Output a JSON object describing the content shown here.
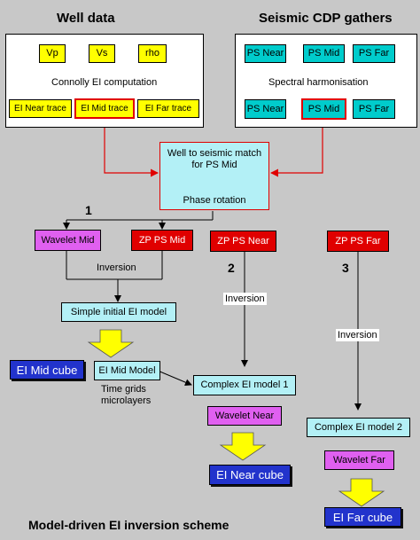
{
  "headings": {
    "well": "Well data",
    "seismic": "Seismic CDP gathers"
  },
  "well": {
    "logs": [
      "Vp",
      "Vs",
      "rho"
    ],
    "computation": "Connolly EI computation",
    "traces": [
      "EI Near trace",
      "EI Mid trace",
      "EI Far trace"
    ]
  },
  "seismic": {
    "top": [
      "PS Near",
      "PS Mid",
      "PS Far"
    ],
    "harmonisation": "Spectral harmonisation",
    "bottom": [
      "PS Near",
      "PS Mid",
      "PS Far"
    ]
  },
  "match": {
    "line1": "Well to seismic match",
    "line2": "for PS Mid",
    "line3": "Phase rotation"
  },
  "steps": {
    "one": "1",
    "two": "2",
    "three": "3"
  },
  "boxes": {
    "wavelet_mid": "Wavelet Mid",
    "zp_mid": "ZP PS Mid",
    "zp_near": "ZP PS Near",
    "zp_far": "ZP PS Far",
    "simple_model": "Simple initial EI model",
    "mid_model": "EI Mid Model",
    "complex1": "Complex EI model 1",
    "wavelet_near": "Wavelet Near",
    "complex2": "Complex EI model 2",
    "wavelet_far": "Wavelet Far"
  },
  "cubes": {
    "mid": "EI Mid cube",
    "near": "EI Near cube",
    "far": "EI Far cube"
  },
  "labels": {
    "inversion_mid": "Inversion",
    "inversion_near": "Inversion",
    "inversion_far": "Inversion",
    "time_grids": "Time grids",
    "microlayers": "microlayers"
  },
  "footer": "Model-driven EI inversion scheme",
  "colors": {
    "background": "#c8c8c8",
    "yellow": "#ffff00",
    "cyan": "#00cccc",
    "light_cyan": "#b3f0f6",
    "magenta": "#e060f0",
    "red": "#e00000",
    "blue": "#2233cc"
  }
}
